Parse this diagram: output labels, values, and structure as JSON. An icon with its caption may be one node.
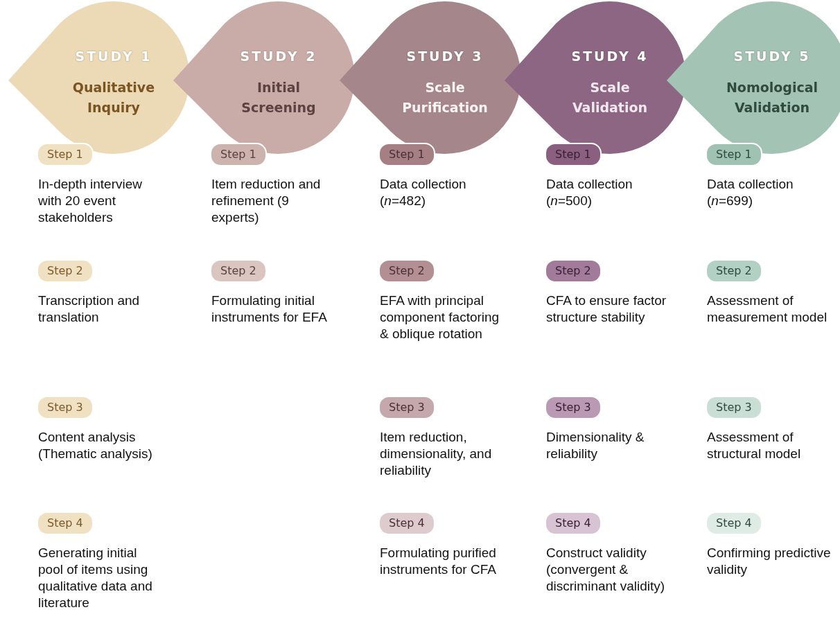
{
  "diagram": {
    "nodes": [
      {
        "text": [
          "STUDY 1",
          "Qualitative Inquiry"
        ]
      },
      {
        "text": [
          "STUDY 2",
          "Initial Screening"
        ]
      },
      {
        "text": [
          "STUDY 3",
          "Scale Purification"
        ]
      },
      {
        "text": [
          "STUDY 4",
          "Scale Validation"
        ]
      },
      {
        "text": [
          "STUDY 5",
          "Nomological Validation"
        ]
      },
      {
        "text": [
          "Step 1"
        ],
        "beside": [
          "In-depth interview with 20 event stakeholders"
        ]
      },
      {
        "text": [
          "Step 2"
        ],
        "beside": [
          "Transcription and translation"
        ]
      },
      {
        "text": [
          "Step 3"
        ],
        "beside": [
          "Content analysis (Thematic analysis)"
        ]
      },
      {
        "text": [
          "Step 4"
        ],
        "beside": [
          "Generating initial pool of items using qualitative data and literature"
        ]
      },
      {
        "text": [
          "Step 1"
        ],
        "beside": [
          "Item reduction and refinement (9 experts)"
        ]
      },
      {
        "text": [
          "Step 2"
        ],
        "beside": [
          "Formulating initial instruments for EFA"
        ]
      },
      {
        "text": [
          "Step 1"
        ],
        "beside": [
          "Data collection (*n*=482)"
        ]
      },
      {
        "text": [
          "Step 2"
        ],
        "beside": [
          "EFA with principal component factoring & oblique rotation"
        ]
      },
      {
        "text": [
          "Step 3"
        ],
        "beside": [
          "Item reduction, dimensionality, and reliability"
        ]
      },
      {
        "text": [
          "Step 4"
        ],
        "beside": [
          "Formulating purified instruments for CFA"
        ]
      },
      {
        "text": [
          "Step 1"
        ],
        "beside": [
          "Data collection (*n*=500)"
        ]
      },
      {
        "text": [
          "Step 2"
        ],
        "beside": [
          "CFA to ensure factor structure stability"
        ]
      },
      {
        "text": [
          "Step 3"
        ],
        "beside": [
          "Dimensionality & reliability"
        ]
      },
      {
        "text": [
          "Step 4"
        ],
        "beside": [
          "Construct validity (convergent & discriminant validity)"
        ]
      },
      {
        "text": [
          "Step 1"
        ],
        "beside": [
          "Data collection (*n*=699)"
        ]
      },
      {
        "text": [
          "Step 2"
        ],
        "beside": [
          "Assessment of measurement model"
        ]
      },
      {
        "text": [
          "Step 3"
        ],
        "beside": [
          "Assessment of structural model"
        ]
      },
      {
        "text": [
          "Step 4"
        ],
        "beside": [
          "Confirming predictive validity"
        ]
      }
    ]
  }
}
